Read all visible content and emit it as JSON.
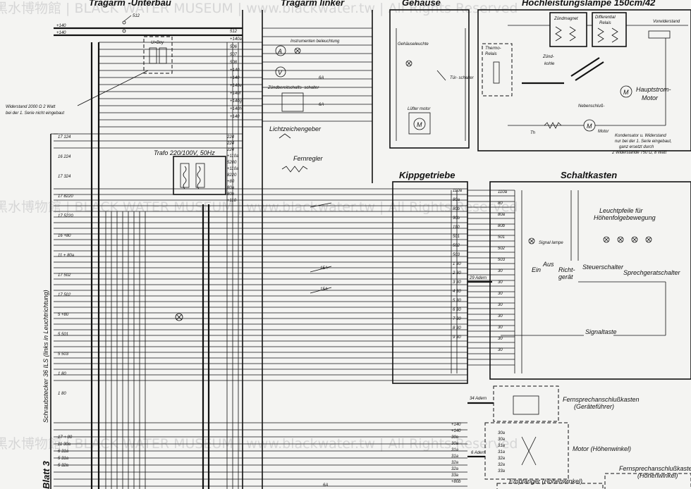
{
  "watermark": {
    "text": "黑水博物館 | BLACK WATER MUSEUM | www.blackwater.tw | All Rights Reserved"
  },
  "titles": {
    "tragarm_unterbau": "Tragarm -Unterbau",
    "tragarm_linker": "Tragarm linker",
    "gehause": "Gehause",
    "lampe": "Hochleistungslampe 150cm/42",
    "kippgetriebe": "Kippgetriebe",
    "schaltkasten": "Schaltkasten"
  },
  "labels": {
    "zundmagnet": "Zündmagnet",
    "differential_relais": "Differential Relais",
    "vorwiderstand": "Vorwiderstand",
    "thermo_relais": "Thermo Relais",
    "zundkohle": "Zünd- kohle",
    "hauptstrom_motor": "Hauptstrom- Motor",
    "nebenschluss_motor": "Nebenschluß- Motor",
    "kondensator_note": "Kondensator u. Widerstand nur bei der 1. Serie eingebaut, ganz ersetzt durch 2 Widerstände 750 Ω, 8 Watt",
    "gehauseleuchte": "Gehäuseleuchte",
    "turschalter": "Tür- schalter",
    "lufter_motor": "Lüfter motor",
    "instrumenten_beleuchtung": "Instrumenten beleuchtung",
    "zundbereitschafts": "Zündbereitschafts- schalter",
    "lichtzeichengeber": "Lichtzeichengeber",
    "fernregler": "Fernregler",
    "trafo": "Trafo 220/100V, 50Hz",
    "widerstand_note": "Widerstand 2000 Ω 2 Watt bei der 1. Serie nicht eingebaut",
    "u_boy": "U>Boy",
    "leuchtpfeile": "Leuchtpfeile für Höhenfolgebewegung",
    "signal_lampe": "Signal lampe",
    "ein": "Ein",
    "aus": "Aus",
    "richtgerat": "Richt- gerät",
    "steuerschalter": "Steuerschalter",
    "sprechgeratschalter": "Sprechgeratschalter",
    "signaltaste": "Signaltaste",
    "adern29": "29 Adern",
    "adern34": "34 Adern",
    "adern6": "6 Adern",
    "fernsprechanschluss_gerat": "Fernsprechanschlußkasten (Geräteführer)",
    "motor_hohenwinkel": "Motor (Höhenwinkel)",
    "empfanger": "Empfänger (Höhenwinkel)",
    "fernsprech_hohenwinkel": "Fernsprechanschlußkasten (Höhenwinkel)",
    "schraubstecker": "Schraubstecker 36 ILS (links in Leuchtrichtung)",
    "blatt": "Blatt 3",
    "m_symbol": "M",
    "a_symbol": "A",
    "v_symbol": "V",
    "th": "Th"
  },
  "terminals": {
    "left_top": [
      "+140",
      "+140"
    ],
    "top_right": [
      "512",
      "+140a",
      "506",
      "507",
      "508",
      "+140",
      "+140",
      "+140e",
      "+140f",
      "+140g",
      "+140h",
      "+140"
    ],
    "mid_left": [
      "224",
      "224",
      "224",
      "+110a",
      "5200",
      "+110a",
      "8220",
      "+80",
      "80a",
      "80b",
      "+110"
    ],
    "row_left": [
      "17  124",
      "16  224",
      "17  324",
      "17  8220",
      "17  5220",
      "16  +80",
      "11  + 80a",
      "17  502",
      "17  502",
      "5  +80",
      "5  501",
      "5  503",
      "1  80",
      "1  80"
    ],
    "bottom_left": [
      "17  + 80",
      "11  30a",
      "6  31a",
      "5  31a",
      "5  32a"
    ],
    "kippgetriebe_right": [
      "110a",
      "80a",
      "80b",
      "90b",
      "110",
      "501",
      "502",
      "503",
      "1 30",
      "2 30",
      "3 30",
      "4 30",
      "5 30",
      "6 30",
      "7 30",
      "8 30",
      "9 30"
    ],
    "schalt_left": [
      "110a",
      "80",
      "80a",
      "80b",
      "501",
      "502",
      "503",
      "30",
      "30",
      "30",
      "30",
      "30",
      "30",
      "30",
      "30"
    ],
    "motor_terms": [
      "30a",
      "30a",
      "31a",
      "31a",
      "32a",
      "32a",
      "33a"
    ],
    "lower_terms": [
      "+140",
      "+140",
      "30a",
      "30a",
      "31a",
      "31a",
      "32a",
      "32a",
      "33a",
      "+80b"
    ]
  },
  "fuses": [
    "6A",
    "6A",
    "15A",
    "15A",
    "6A"
  ]
}
